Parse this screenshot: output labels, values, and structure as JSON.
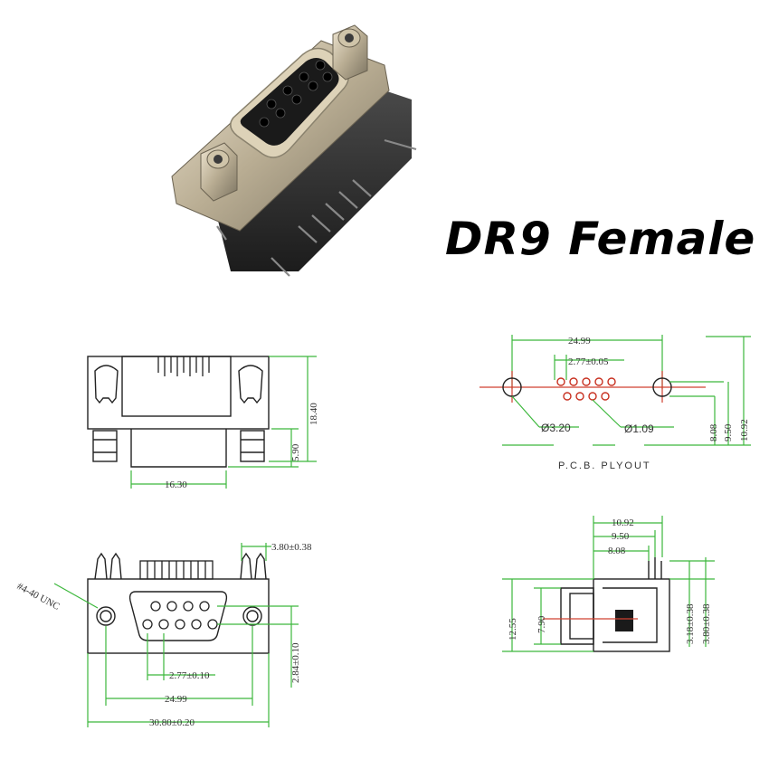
{
  "title": "DR9 Female",
  "photo": {
    "label": "connector-photo"
  },
  "side_view": {
    "dim_width": "16.30",
    "dim_height": "18.40",
    "dim_shell": "5.90"
  },
  "pcb_layout": {
    "dim_span": "24.99",
    "dim_pitch": "2.77±0.05",
    "dim_hole_large": "Ø3.20",
    "dim_hole_small": "Ø1.09",
    "dim_row1": "8.08",
    "dim_row2": "9.50",
    "dim_row3": "10.92",
    "caption": "P.C.B.  PLYOUT"
  },
  "front_view": {
    "thread": "#4-40 UNC",
    "dim_top": "3.80±0.38",
    "dim_pitch": "2.77±0.10",
    "dim_span": "24.99",
    "dim_total": "30.80±0.20",
    "dim_row": "2.84±0.10"
  },
  "right_view": {
    "dim_a": "10.92",
    "dim_b": "9.50",
    "dim_c": "8.08",
    "dim_height": "12.55",
    "dim_inner": "7.90",
    "dim_pin1": "3.18±0.38",
    "dim_pin2": "3.80±0.38"
  }
}
